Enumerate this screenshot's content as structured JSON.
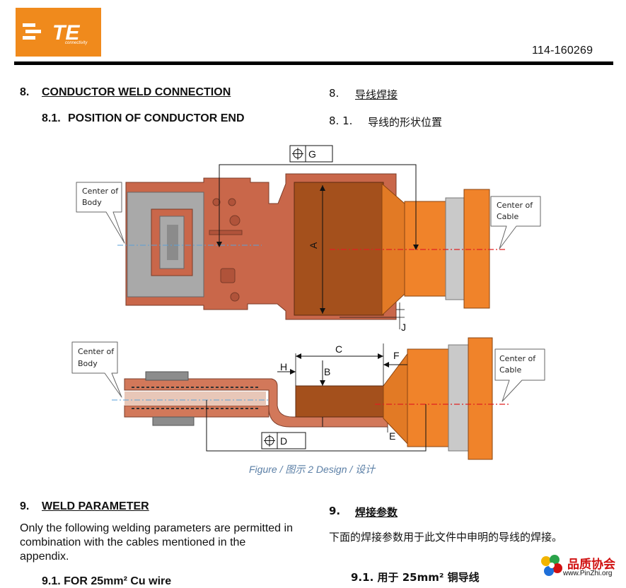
{
  "header": {
    "logo_text": "TE",
    "logo_sub": "connectivity",
    "doc_number": "114-160269"
  },
  "section8": {
    "num": "8.",
    "title_en": "CONDUCTOR WELD CONNECTION",
    "title_cn": "导线焊接",
    "sub_num_en": "8.1.",
    "sub_title_en": "POSITION OF CONDUCTOR END",
    "sub_num_cn": "8. 1.",
    "sub_title_cn": "导线的形状位置"
  },
  "figure": {
    "callouts": {
      "top_left": [
        "Center of",
        "Body"
      ],
      "top_right": [
        "Center of",
        "Cable"
      ],
      "bottom_left": [
        "Center of",
        "Body"
      ],
      "bottom_right": [
        "Center of",
        "Cable"
      ]
    },
    "dims": {
      "G": "G",
      "A": "A",
      "J": "J",
      "C": "C",
      "H": "H",
      "B": "B",
      "F": "F",
      "D": "D",
      "E": "E"
    },
    "caption": "Figure / 图示 2 Design  / 设计"
  },
  "section9": {
    "num": "9.",
    "title_en": "WELD PARAMETER",
    "title_cn": "焊接参数",
    "para_en": [
      "Only the following welding parameters are permitted in",
      "combination with the cables mentioned in the",
      "appendix."
    ],
    "para_cn": "下面的焊接参数用于此文件中申明的导线的焊接。",
    "sub_en": "9.1.  FOR 25mm² Cu wire",
    "sub_cn": "9.1.  用于 25mm² 铜导线"
  },
  "watermark": {
    "text": "品质协会",
    "url": "www.PinZhi.org"
  }
}
